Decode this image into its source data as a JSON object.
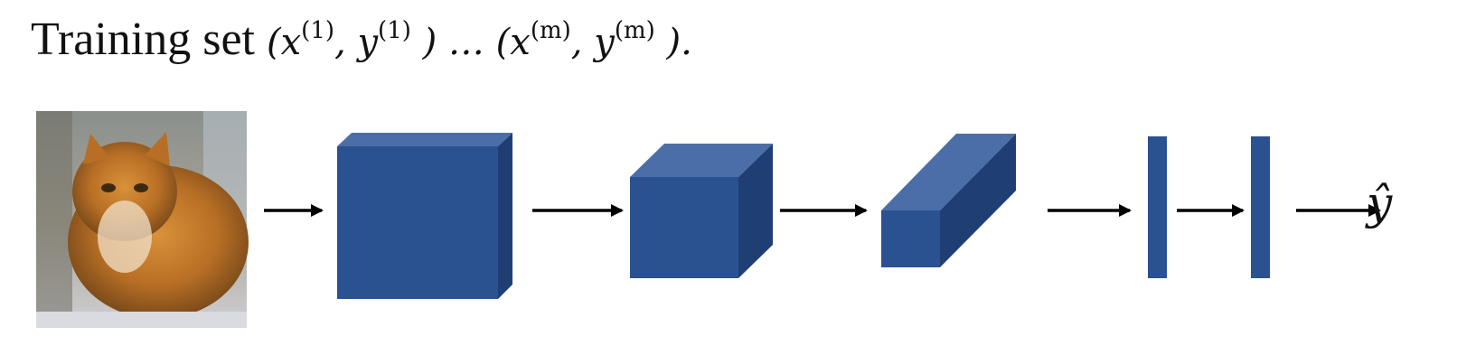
{
  "title": {
    "lead": "Training set",
    "first": "(x",
    "first_sup": "(1)",
    "first_mid": ", y",
    "first_sup2": "(1)",
    "first_end": " )",
    "ellipsis": " … ",
    "last": "(x",
    "last_sup": "(m)",
    "last_mid": ", y",
    "last_sup2": "(m)",
    "last_end": " )."
  },
  "output_label": "ŷ",
  "colors": {
    "front": "#2a5190",
    "top": "#4b6ea8",
    "side": "#1f3f74",
    "arrow": "#000000"
  },
  "icons": {
    "input_image": "cat-photo",
    "arrows": "arrow-right-icon"
  }
}
